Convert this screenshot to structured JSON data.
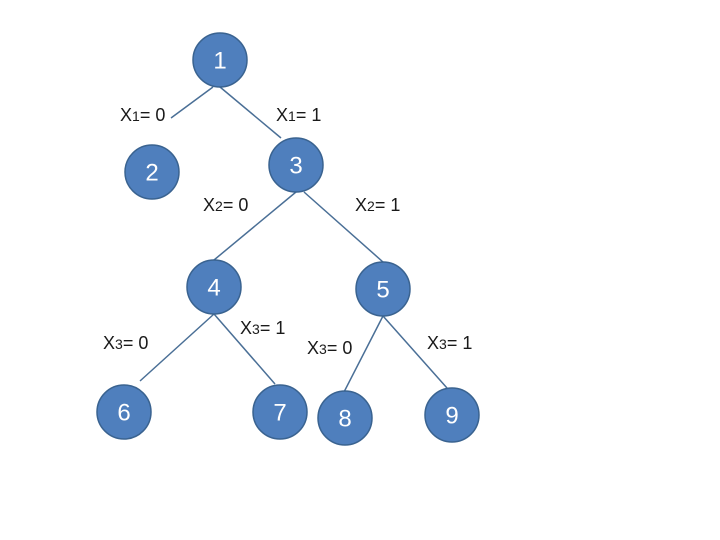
{
  "nodes": [
    {
      "id": "1",
      "label": "1"
    },
    {
      "id": "2",
      "label": "2"
    },
    {
      "id": "3",
      "label": "3"
    },
    {
      "id": "4",
      "label": "4"
    },
    {
      "id": "5",
      "label": "5"
    },
    {
      "id": "6",
      "label": "6"
    },
    {
      "id": "7",
      "label": "7"
    },
    {
      "id": "8",
      "label": "8"
    },
    {
      "id": "9",
      "label": "9"
    }
  ],
  "edges": [
    {
      "from": "1",
      "to": "2",
      "var": "X",
      "sub": "1",
      "eq": "= 0"
    },
    {
      "from": "1",
      "to": "3",
      "var": "X",
      "sub": "1",
      "eq": "= 1"
    },
    {
      "from": "3",
      "to": "4",
      "var": "X",
      "sub": "2",
      "eq": "= 0"
    },
    {
      "from": "3",
      "to": "5",
      "var": "X",
      "sub": "2",
      "eq": "= 1"
    },
    {
      "from": "4",
      "to": "6",
      "var": "X",
      "sub": "3",
      "eq": "= 0"
    },
    {
      "from": "4",
      "to": "7",
      "var": "X",
      "sub": "3",
      "eq": "= 1"
    },
    {
      "from": "5",
      "to": "8",
      "var": "X",
      "sub": "3",
      "eq": "= 0"
    },
    {
      "from": "5",
      "to": "9",
      "var": "X",
      "sub": "3",
      "eq": "= 1"
    }
  ],
  "colors": {
    "node_fill": "#4f7fbd",
    "node_stroke": "#3a6390",
    "edge": "#4a6f96"
  }
}
